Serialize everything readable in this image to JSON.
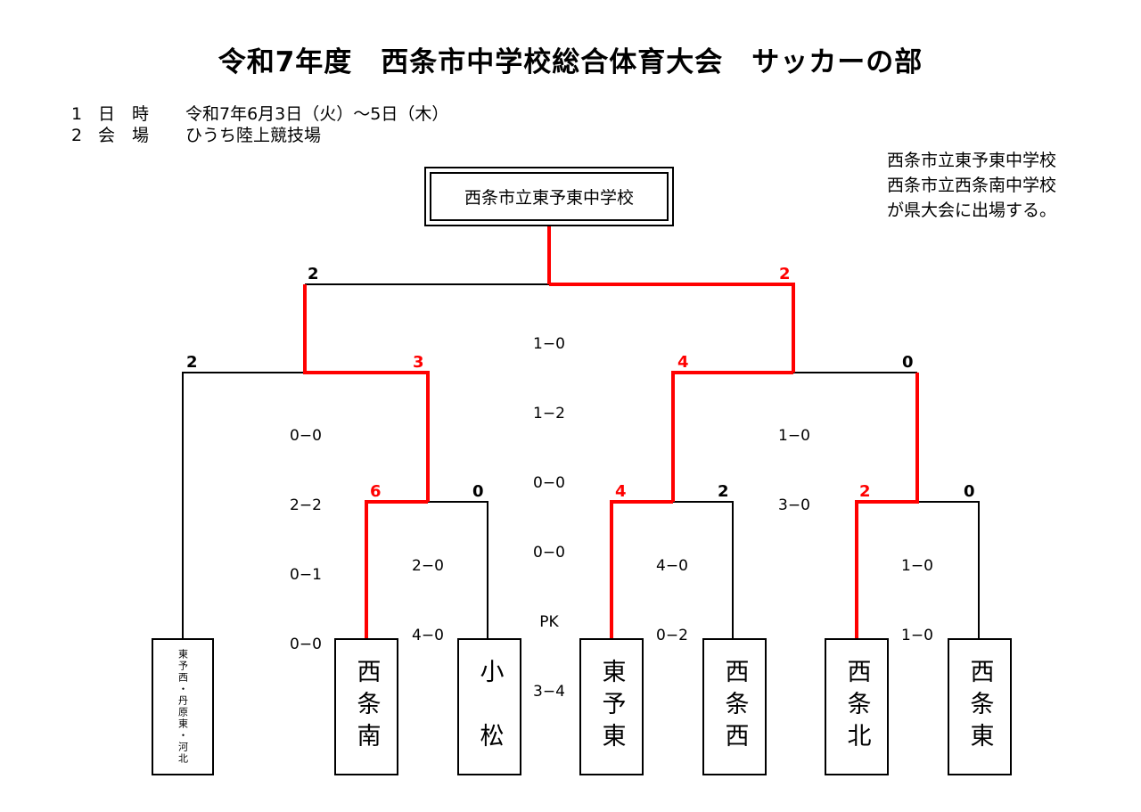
{
  "title": "令和7年度　西条市中学校総合体育大会　サッカーの部",
  "info": {
    "row1_num": "1",
    "row1_label": "日　時",
    "row1_value": "令和7年6月3日（火）～5日（木）",
    "row2_num": "2",
    "row2_label": "会　場",
    "row2_value": "ひうち陸上競技場"
  },
  "note": [
    "西条市立東予東中学校",
    "西条市立西条南中学校",
    "が県大会に出場する。"
  ],
  "champion": "西条市立東予東中学校",
  "teams": [
    {
      "name": "東予西・丹原東・河北"
    },
    {
      "name": "西条南"
    },
    {
      "name": "小　松"
    },
    {
      "name": "東予東"
    },
    {
      "name": "西条西"
    },
    {
      "name": "西条北"
    },
    {
      "name": "西条東"
    }
  ],
  "scores": {
    "final_left": "2",
    "final_right": "2",
    "semi1_left": "2",
    "semi1_right": "3",
    "semi2_left": "4",
    "semi2_right": "0",
    "qf1_left": "6",
    "qf1_right": "0",
    "qf2_left": "4",
    "qf2_right": "2",
    "qf3_left": "2",
    "qf3_right": "0"
  },
  "results": {
    "final": [
      "1−0",
      "1−2",
      "0−0",
      "0−0",
      "PK",
      "3−4"
    ],
    "semi1": [
      "0−0",
      "2−2",
      "0−1",
      "0−0"
    ],
    "semi2": [
      "1−0",
      "3−0"
    ],
    "qf1": [
      "2−0",
      "4−0"
    ],
    "qf2": [
      "4−0",
      "0−2"
    ],
    "qf3": [
      "1−0",
      "1−0"
    ]
  },
  "colors": {
    "win_line": "#ff0000",
    "line": "#000000",
    "red_text": "#ff0000"
  }
}
